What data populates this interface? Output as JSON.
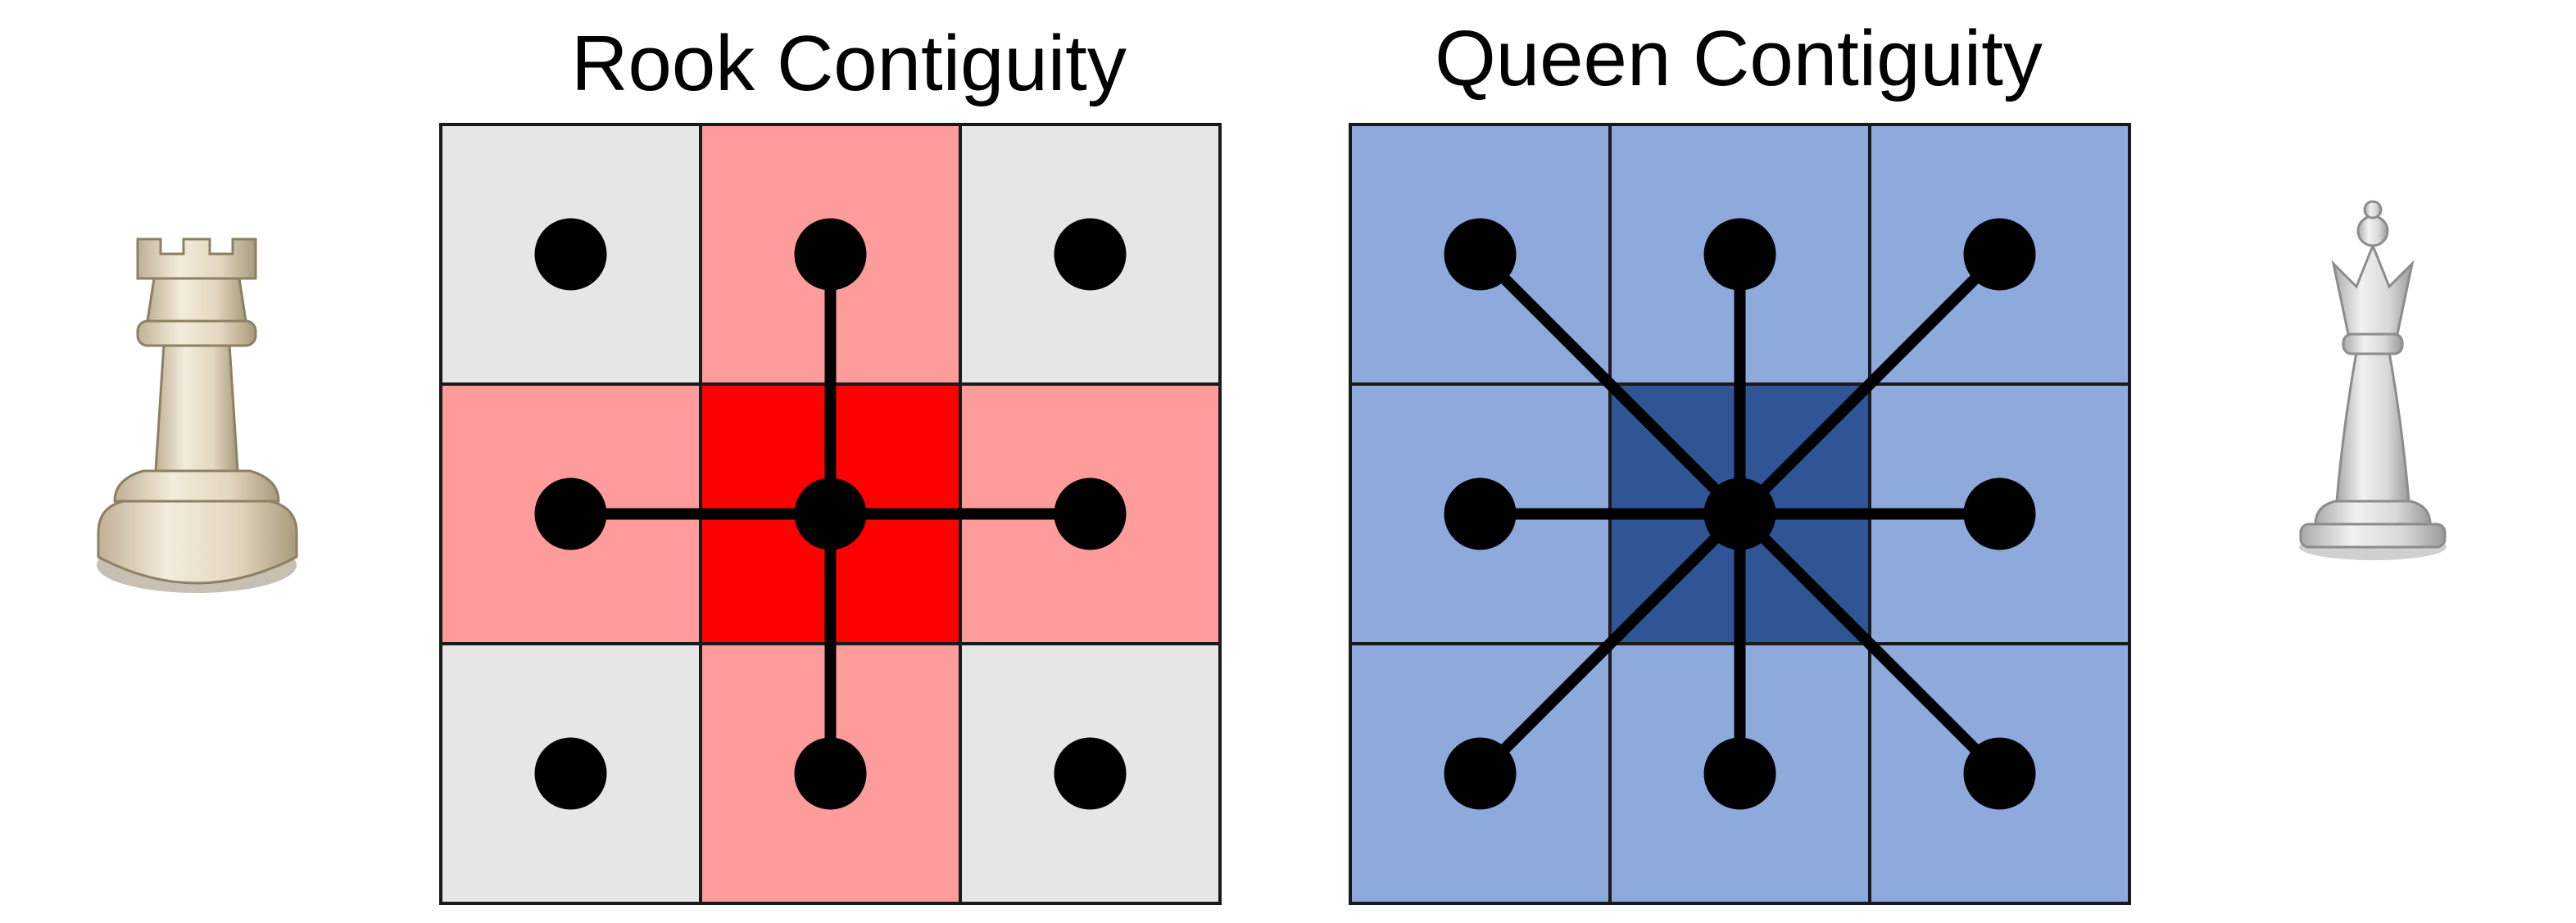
{
  "rook_panel": {
    "title": "Rook Contiguity",
    "cell_colors": [
      [
        "#e6e6e6",
        "#fe9b9b",
        "#e6e6e6"
      ],
      [
        "#fe9b9b",
        "#ff0000",
        "#fe9b9b"
      ],
      [
        "#e6e6e6",
        "#fe9b9b",
        "#e6e6e6"
      ]
    ],
    "connections": [
      [
        0,
        1
      ],
      [
        1,
        0
      ],
      [
        1,
        2
      ],
      [
        2,
        1
      ]
    ],
    "piece_icon": "rook-icon"
  },
  "queen_panel": {
    "title": "Queen Contiguity",
    "cell_colors": [
      [
        "#8ea9db",
        "#8ea9db",
        "#8ea9db"
      ],
      [
        "#8ea9db",
        "#2f5597",
        "#8ea9db"
      ],
      [
        "#8ea9db",
        "#8ea9db",
        "#8ea9db"
      ]
    ],
    "connections": [
      [
        0,
        0
      ],
      [
        0,
        1
      ],
      [
        0,
        2
      ],
      [
        1,
        0
      ],
      [
        1,
        2
      ],
      [
        2,
        0
      ],
      [
        2,
        1
      ],
      [
        2,
        2
      ]
    ],
    "piece_icon": "queen-icon"
  },
  "colors": {
    "grid_border": "#1a1a1a",
    "node": "#000000",
    "edge": "#000000",
    "piece_fill": "#ece4d2",
    "piece_shade": "#c9bda3",
    "queen_fill": "#e4e4e4",
    "queen_shade": "#b5b5b5"
  }
}
